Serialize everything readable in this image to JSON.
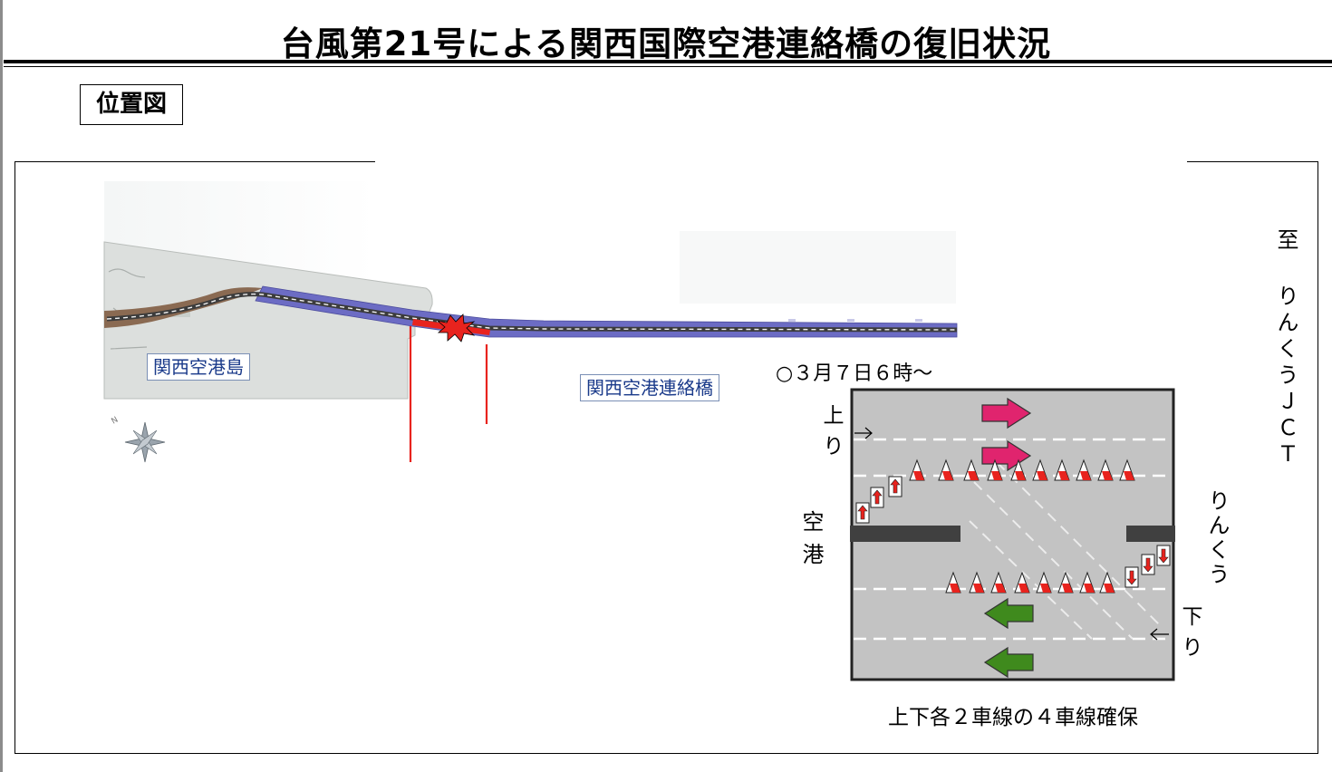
{
  "page": {
    "title": "台風第21号による関西国際空港連絡橋の復旧状況",
    "section_label": "位置図"
  },
  "map": {
    "island_label": "関西空港島",
    "bridge_label": "関西空港連絡橋",
    "destination_label": "至 りんくうＪＣＴ",
    "damage_color": "#e8231e",
    "road_color": "#6c6cc4",
    "icons": [
      "compass-rose-icon",
      "damage-burst-icon"
    ]
  },
  "lane_diagram": {
    "date_label": "○３月７日６時～",
    "up_label": "上り",
    "down_label": "下り",
    "airport_label": "空港",
    "rinku_label": "りんくう",
    "caption": "上下各２車線の４車線確保",
    "up_arrow_color": "#e0246e",
    "down_arrow_color": "#3f8a1d",
    "icons": [
      "traffic-cone-icon",
      "lane-shift-arrow-icon",
      "direction-arrow-icon"
    ]
  }
}
